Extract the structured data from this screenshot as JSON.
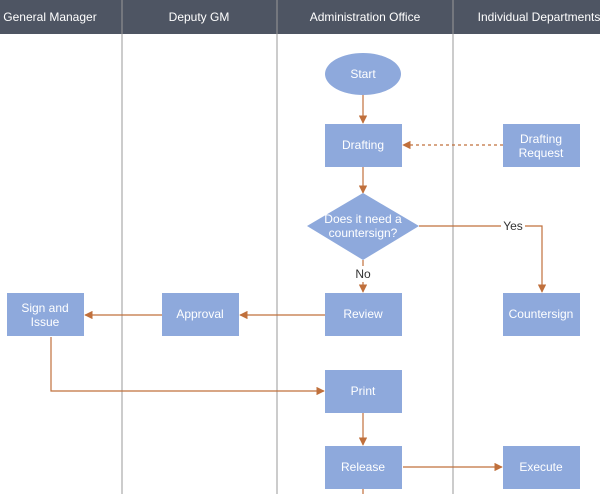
{
  "colors": {
    "header_bg": "#4e5563",
    "node_fill": "#8ea9dc",
    "line": "#c0703c",
    "divider": "#999999"
  },
  "lanes": [
    {
      "id": "gm",
      "label": "General Manager"
    },
    {
      "id": "dgm",
      "label": "Deputy GM"
    },
    {
      "id": "admin",
      "label": "Administration Office"
    },
    {
      "id": "depts",
      "label": "Individual Departments"
    }
  ],
  "nodes": {
    "start": {
      "label": "Start",
      "shape": "ellipse",
      "lane": "admin"
    },
    "drafting": {
      "label": "Drafting",
      "shape": "rect",
      "lane": "admin"
    },
    "drafting_request": {
      "label_lines": [
        "Drafting",
        "Request"
      ],
      "shape": "rect",
      "lane": "depts"
    },
    "decision": {
      "label_lines": [
        "Does it need a",
        "countersign?"
      ],
      "shape": "diamond",
      "lane": "admin"
    },
    "countersign": {
      "label": "Countersign",
      "shape": "rect",
      "lane": "depts"
    },
    "review": {
      "label": "Review",
      "shape": "rect",
      "lane": "admin"
    },
    "approval": {
      "label": "Approval",
      "shape": "rect",
      "lane": "dgm"
    },
    "sign_issue": {
      "label_lines": [
        "Sign and",
        "Issue"
      ],
      "shape": "rect",
      "lane": "gm"
    },
    "print": {
      "label": "Print",
      "shape": "rect",
      "lane": "admin"
    },
    "release": {
      "label": "Release",
      "shape": "rect",
      "lane": "admin"
    },
    "execute": {
      "label": "Execute",
      "shape": "rect",
      "lane": "depts"
    }
  },
  "edges": [
    {
      "from": "start",
      "to": "drafting"
    },
    {
      "from": "drafting_request",
      "to": "drafting",
      "style": "dashed"
    },
    {
      "from": "drafting",
      "to": "decision"
    },
    {
      "from": "decision",
      "to": "countersign",
      "label": "Yes"
    },
    {
      "from": "decision",
      "to": "review",
      "label": "No"
    },
    {
      "from": "review",
      "to": "approval"
    },
    {
      "from": "approval",
      "to": "sign_issue"
    },
    {
      "from": "sign_issue",
      "to": "print"
    },
    {
      "from": "print",
      "to": "release"
    },
    {
      "from": "release",
      "to": "execute"
    }
  ]
}
